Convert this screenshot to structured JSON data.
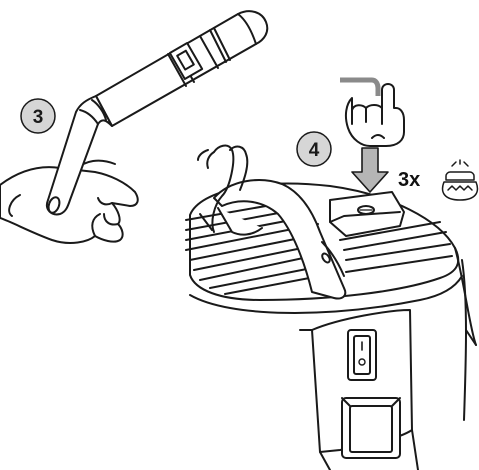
{
  "steps": [
    {
      "number": "3"
    },
    {
      "number": "4"
    }
  ],
  "press_instruction": {
    "count_label": "3x"
  },
  "icons": {
    "step3": [
      "hand-icon",
      "suction-tube-icon"
    ],
    "step4": [
      "pointing-hand-icon",
      "down-arrow-icon",
      "filter-clean-icon",
      "vacuum-head-icon",
      "power-switch-icon",
      "power-socket-icon"
    ]
  },
  "colors": {
    "line": "#1a1a1a",
    "badge_fill": "#d6d6d6",
    "arrow_fill": "#b5b5b5",
    "background": "#ffffff"
  }
}
